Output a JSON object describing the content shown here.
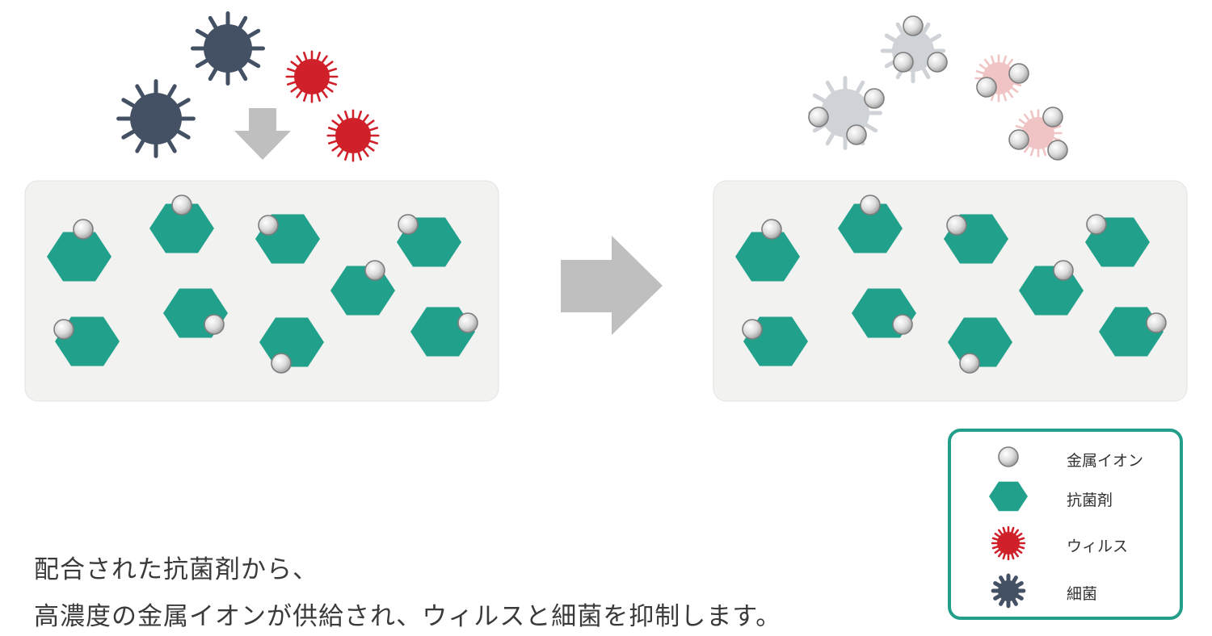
{
  "caption": {
    "line1": "配合された抗菌剤から、",
    "line2": "高濃度の金属イオンが供給され、ウィルスと細菌を抑制します。"
  },
  "legend": {
    "items": [
      {
        "label": "金属イオン",
        "icon": "metal-ion-icon"
      },
      {
        "label": "抗菌剤",
        "icon": "antibacterial-agent-icon"
      },
      {
        "label": "ウィルス",
        "icon": "virus-icon"
      },
      {
        "label": "細菌",
        "icon": "bacteria-icon"
      }
    ]
  },
  "colors": {
    "agent": "#21a18b",
    "virus": "#d0202a",
    "bacteria": "#445063",
    "panel": "#f2f2f0",
    "arrow": "#c0bfbf",
    "legend_border": "#229e8b",
    "inactive_virus": "#f0c4c4",
    "inactive_bacteria": "#cfd2d6"
  }
}
